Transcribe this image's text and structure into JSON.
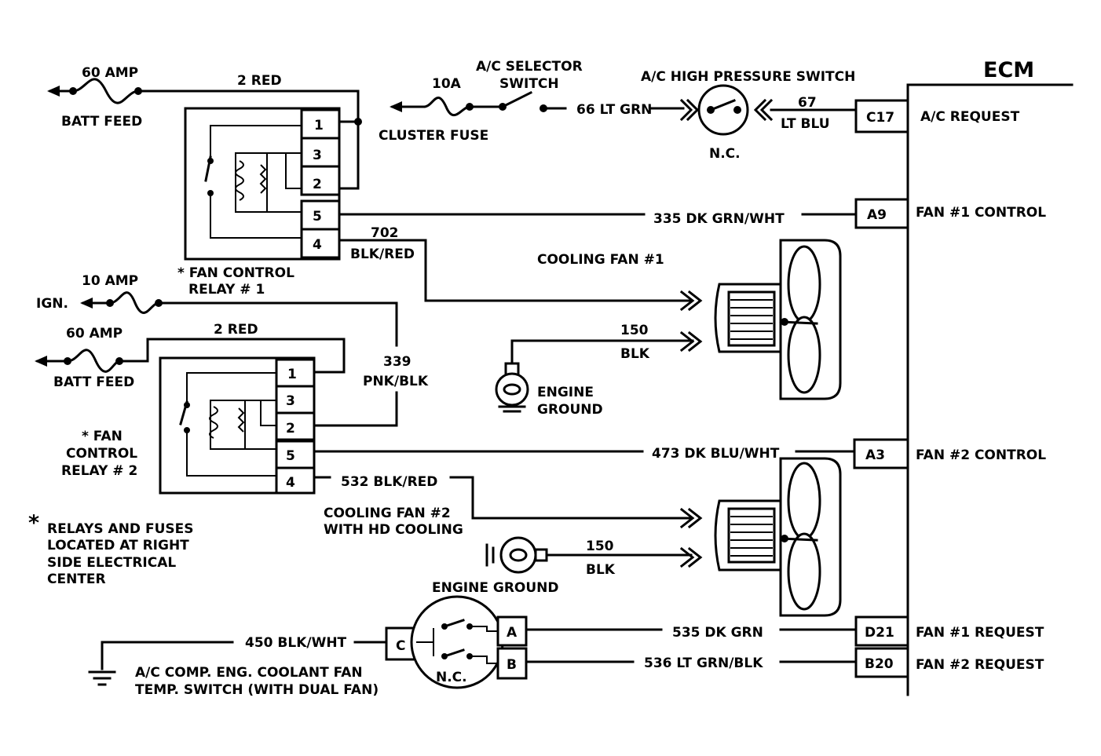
{
  "ecm": {
    "title": "ECM"
  },
  "top_circuit": {
    "fuse_60a": "60 AMP",
    "batt_feed": "BATT FEED",
    "wire_2red": "2 RED",
    "fuse_10a": "10A",
    "cluster_fuse": "CLUSTER FUSE",
    "ac_selector_line1": "A/C SELECTOR",
    "ac_selector_line2": "SWITCH",
    "wire_66": "66 LT GRN",
    "hp_switch": "A/C HIGH PRESSURE SWITCH",
    "hp_nc": "N.C.",
    "wire_67_num": "67",
    "wire_67_color": "LT BLU",
    "pin_c17": "C17",
    "ac_request": "A/C REQUEST"
  },
  "relay1": {
    "pins": [
      "1",
      "3",
      "2",
      "5",
      "4"
    ],
    "label_line1": "* FAN CONTROL",
    "label_line2": "RELAY # 1",
    "wire_335": "335 DK GRN/WHT",
    "pin_a9": "A9",
    "fan1_control": "FAN #1 CONTROL",
    "wire_702_num": "702",
    "wire_702_color": "BLK/RED"
  },
  "fan1": {
    "label": "COOLING FAN #1",
    "wire_150_num": "150",
    "wire_150_color": "BLK",
    "ground_line1": "ENGINE",
    "ground_line2": "GROUND"
  },
  "relay2": {
    "fuse_10a": "10 AMP",
    "ign": "IGN.",
    "fuse_60a": "60 AMP",
    "batt_feed": "BATT FEED",
    "wire_2red": "2 RED",
    "wire_339_num": "339",
    "wire_339_color": "PNK/BLK",
    "pins": [
      "1",
      "3",
      "2",
      "5",
      "4"
    ],
    "label_line1": "* FAN",
    "label_line2": "CONTROL",
    "label_line3": "RELAY # 2",
    "wire_473": "473 DK BLU/WHT",
    "pin_a3": "A3",
    "fan2_control": "FAN #2 CONTROL",
    "wire_532": "532 BLK/RED"
  },
  "fan2": {
    "label_line1": "COOLING FAN #2",
    "label_line2": "WITH HD COOLING",
    "wire_150_num": "150",
    "wire_150_color": "BLK",
    "ground": "ENGINE GROUND"
  },
  "note": {
    "star": "*",
    "line1": "RELAYS AND FUSES",
    "line2": "LOCATED AT RIGHT",
    "line3": "SIDE ELECTRICAL",
    "line4": "CENTER"
  },
  "temp_switch": {
    "wire_450": "450 BLK/WHT",
    "pin_c": "C",
    "pin_a": "A",
    "pin_b": "B",
    "nc": "N.C.",
    "label_line1": "A/C COMP. ENG. COOLANT FAN",
    "label_line2": "TEMP. SWITCH (WITH DUAL FAN)",
    "wire_535": "535 DK GRN",
    "wire_536": "536 LT GRN/BLK",
    "pin_d21": "D21",
    "pin_b20": "B20",
    "fan1_request": "FAN #1 REQUEST",
    "fan2_request": "FAN #2 REQUEST"
  }
}
